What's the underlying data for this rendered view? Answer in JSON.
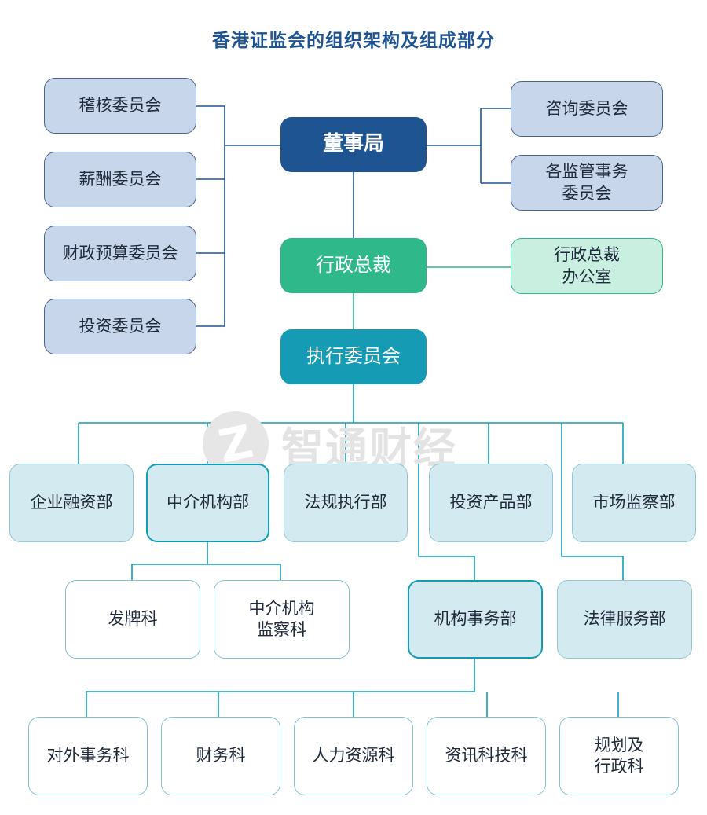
{
  "title": "香港证监会的组织架构及组成部分",
  "watermark": {
    "logo_char": "Z",
    "text": "智通财经"
  },
  "board": "董事局",
  "ceo": "行政总裁",
  "ceo_office": [
    "行政总裁",
    "办公室"
  ],
  "executive_committee": "执行委员会",
  "board_committees_left": [
    "稽核委员会",
    "薪酬委员会",
    "财政预算委员会",
    "投资委员会"
  ],
  "board_committees_right": [
    [
      "咨询委员会"
    ],
    [
      "各监管事务",
      "委员会"
    ]
  ],
  "divisions": [
    "企业融资部",
    "中介机构部",
    "法规执行部",
    "投资产品部",
    "市场监察部"
  ],
  "intermediaries_sections": [
    [
      "发牌科"
    ],
    [
      "中介机构",
      "监察科"
    ]
  ],
  "supervision_of_markets_branch": "机构事务部",
  "legal_services": "法律服务部",
  "corporate_affairs_sections": [
    [
      "对外事务科"
    ],
    [
      "财务科"
    ],
    [
      "人力资源科"
    ],
    [
      "资讯科技科"
    ],
    [
      "规划及",
      "行政科"
    ]
  ],
  "colors": {
    "title": "#1f5493",
    "board": "#1f5493",
    "ceo": "#2fb98a",
    "executive": "#159cb4",
    "committee_fill": "#c8d6ec",
    "division_fill": "#d3ebf0"
  }
}
